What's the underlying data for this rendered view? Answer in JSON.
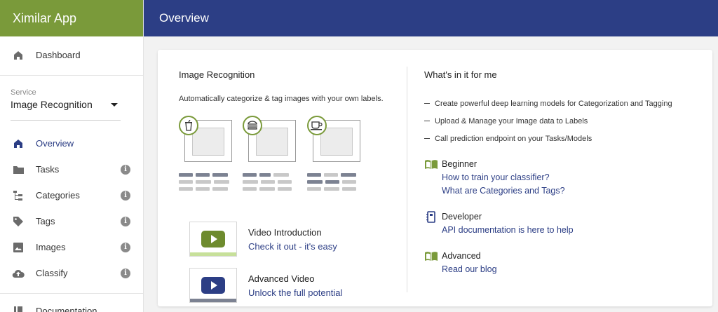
{
  "app": {
    "title": "Ximilar App"
  },
  "header": {
    "title": "Overview"
  },
  "sidebar": {
    "dashboard": "Dashboard",
    "service_label": "Service",
    "service_value": "Image Recognition",
    "items": [
      {
        "label": "Overview",
        "icon": "home-icon",
        "active": true
      },
      {
        "label": "Tasks",
        "icon": "folder-icon"
      },
      {
        "label": "Categories",
        "icon": "tree-icon"
      },
      {
        "label": "Tags",
        "icon": "tag-icon"
      },
      {
        "label": "Images",
        "icon": "image-icon"
      },
      {
        "label": "Classify",
        "icon": "cloud-upload-icon"
      }
    ],
    "documentation": "Documentation",
    "info_glyph": "i"
  },
  "left": {
    "title": "Image Recognition",
    "description": "Automatically categorize & tag images with your own labels.",
    "videos": [
      {
        "title": "Video Introduction",
        "link": "Check it out - it's easy",
        "color": "#6e8b2e",
        "strip": "#c7e09a"
      },
      {
        "title": "Advanced Video",
        "link": "Unlock the full potential",
        "color": "#2c3e85",
        "strip": "#7c8292"
      }
    ]
  },
  "right": {
    "title": "What's in it for me",
    "features": [
      "Create powerful deep learning models for Categorization and Tagging",
      "Upload & Manage your Image data to Labels",
      "Call prediction endpoint on your Tasks/Models"
    ],
    "sections": [
      {
        "title": "Beginner",
        "icon": "book-open-icon",
        "links": [
          "How to train your classifier?",
          "What are Categories and Tags?"
        ]
      },
      {
        "title": "Developer",
        "icon": "notebook-icon",
        "links": [
          "API documentation is here to help"
        ]
      },
      {
        "title": "Advanced",
        "icon": "book-open-icon",
        "links": [
          "Read our blog"
        ]
      }
    ]
  },
  "colors": {
    "brand": "#7a9a3a",
    "header": "#2c3e85",
    "link": "#2c3e85"
  }
}
